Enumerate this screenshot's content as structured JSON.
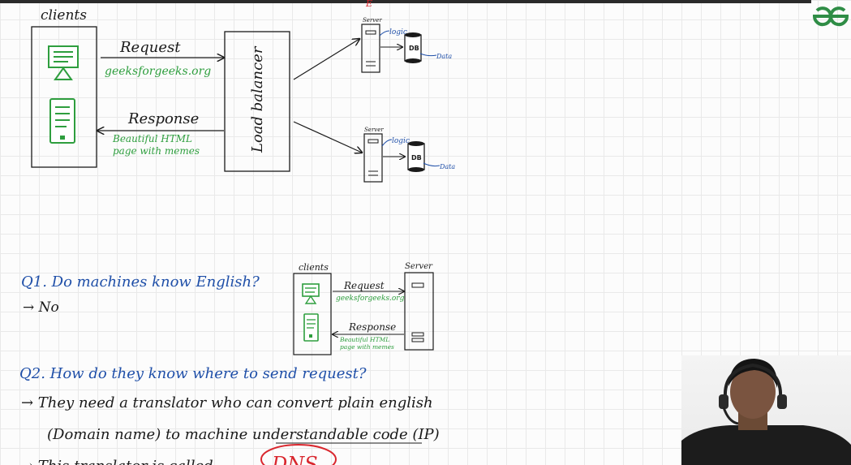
{
  "colors": {
    "ink": "#1a1a1a",
    "green": "#2e9e3e",
    "blue": "#1f4fa8",
    "red": "#d9272e",
    "brand": "#2f8d46"
  },
  "diagram_top": {
    "clients_label": "clients",
    "request_label": "Request",
    "request_url": "geeksforgeeks.org",
    "response_label": "Response",
    "response_body_line1": "Beautiful HTML",
    "response_body_line2": "page with memes",
    "load_balancer_label": "Load balancer",
    "server_label": "Server",
    "logic_label": "logic",
    "db_label": "DB",
    "data_label": "Data",
    "mark": "E"
  },
  "diagram_small": {
    "clients_label": "clients",
    "server_label": "Server",
    "request_label": "Request",
    "request_url": "geeksforgeeks.org",
    "response_label": "Response",
    "response_body_line1": "Beautiful HTML",
    "response_body_line2": "page with memes"
  },
  "notes": {
    "q1": "Q1. Do machines know English?",
    "a1": "→ No",
    "q2": "Q2. How do they know where to send request?",
    "a2_line1": "→ They need a translator who can convert plain english",
    "a2_line2": "(Domain name) to machine understandable code (IP)",
    "a2_line3": "→ This translator is called",
    "dns": "DNS"
  },
  "icons": [
    "desktop-icon",
    "mobile-icon",
    "server-icon",
    "database-icon",
    "presenter-webcam"
  ],
  "logo": "geeksforgeeks-logo"
}
